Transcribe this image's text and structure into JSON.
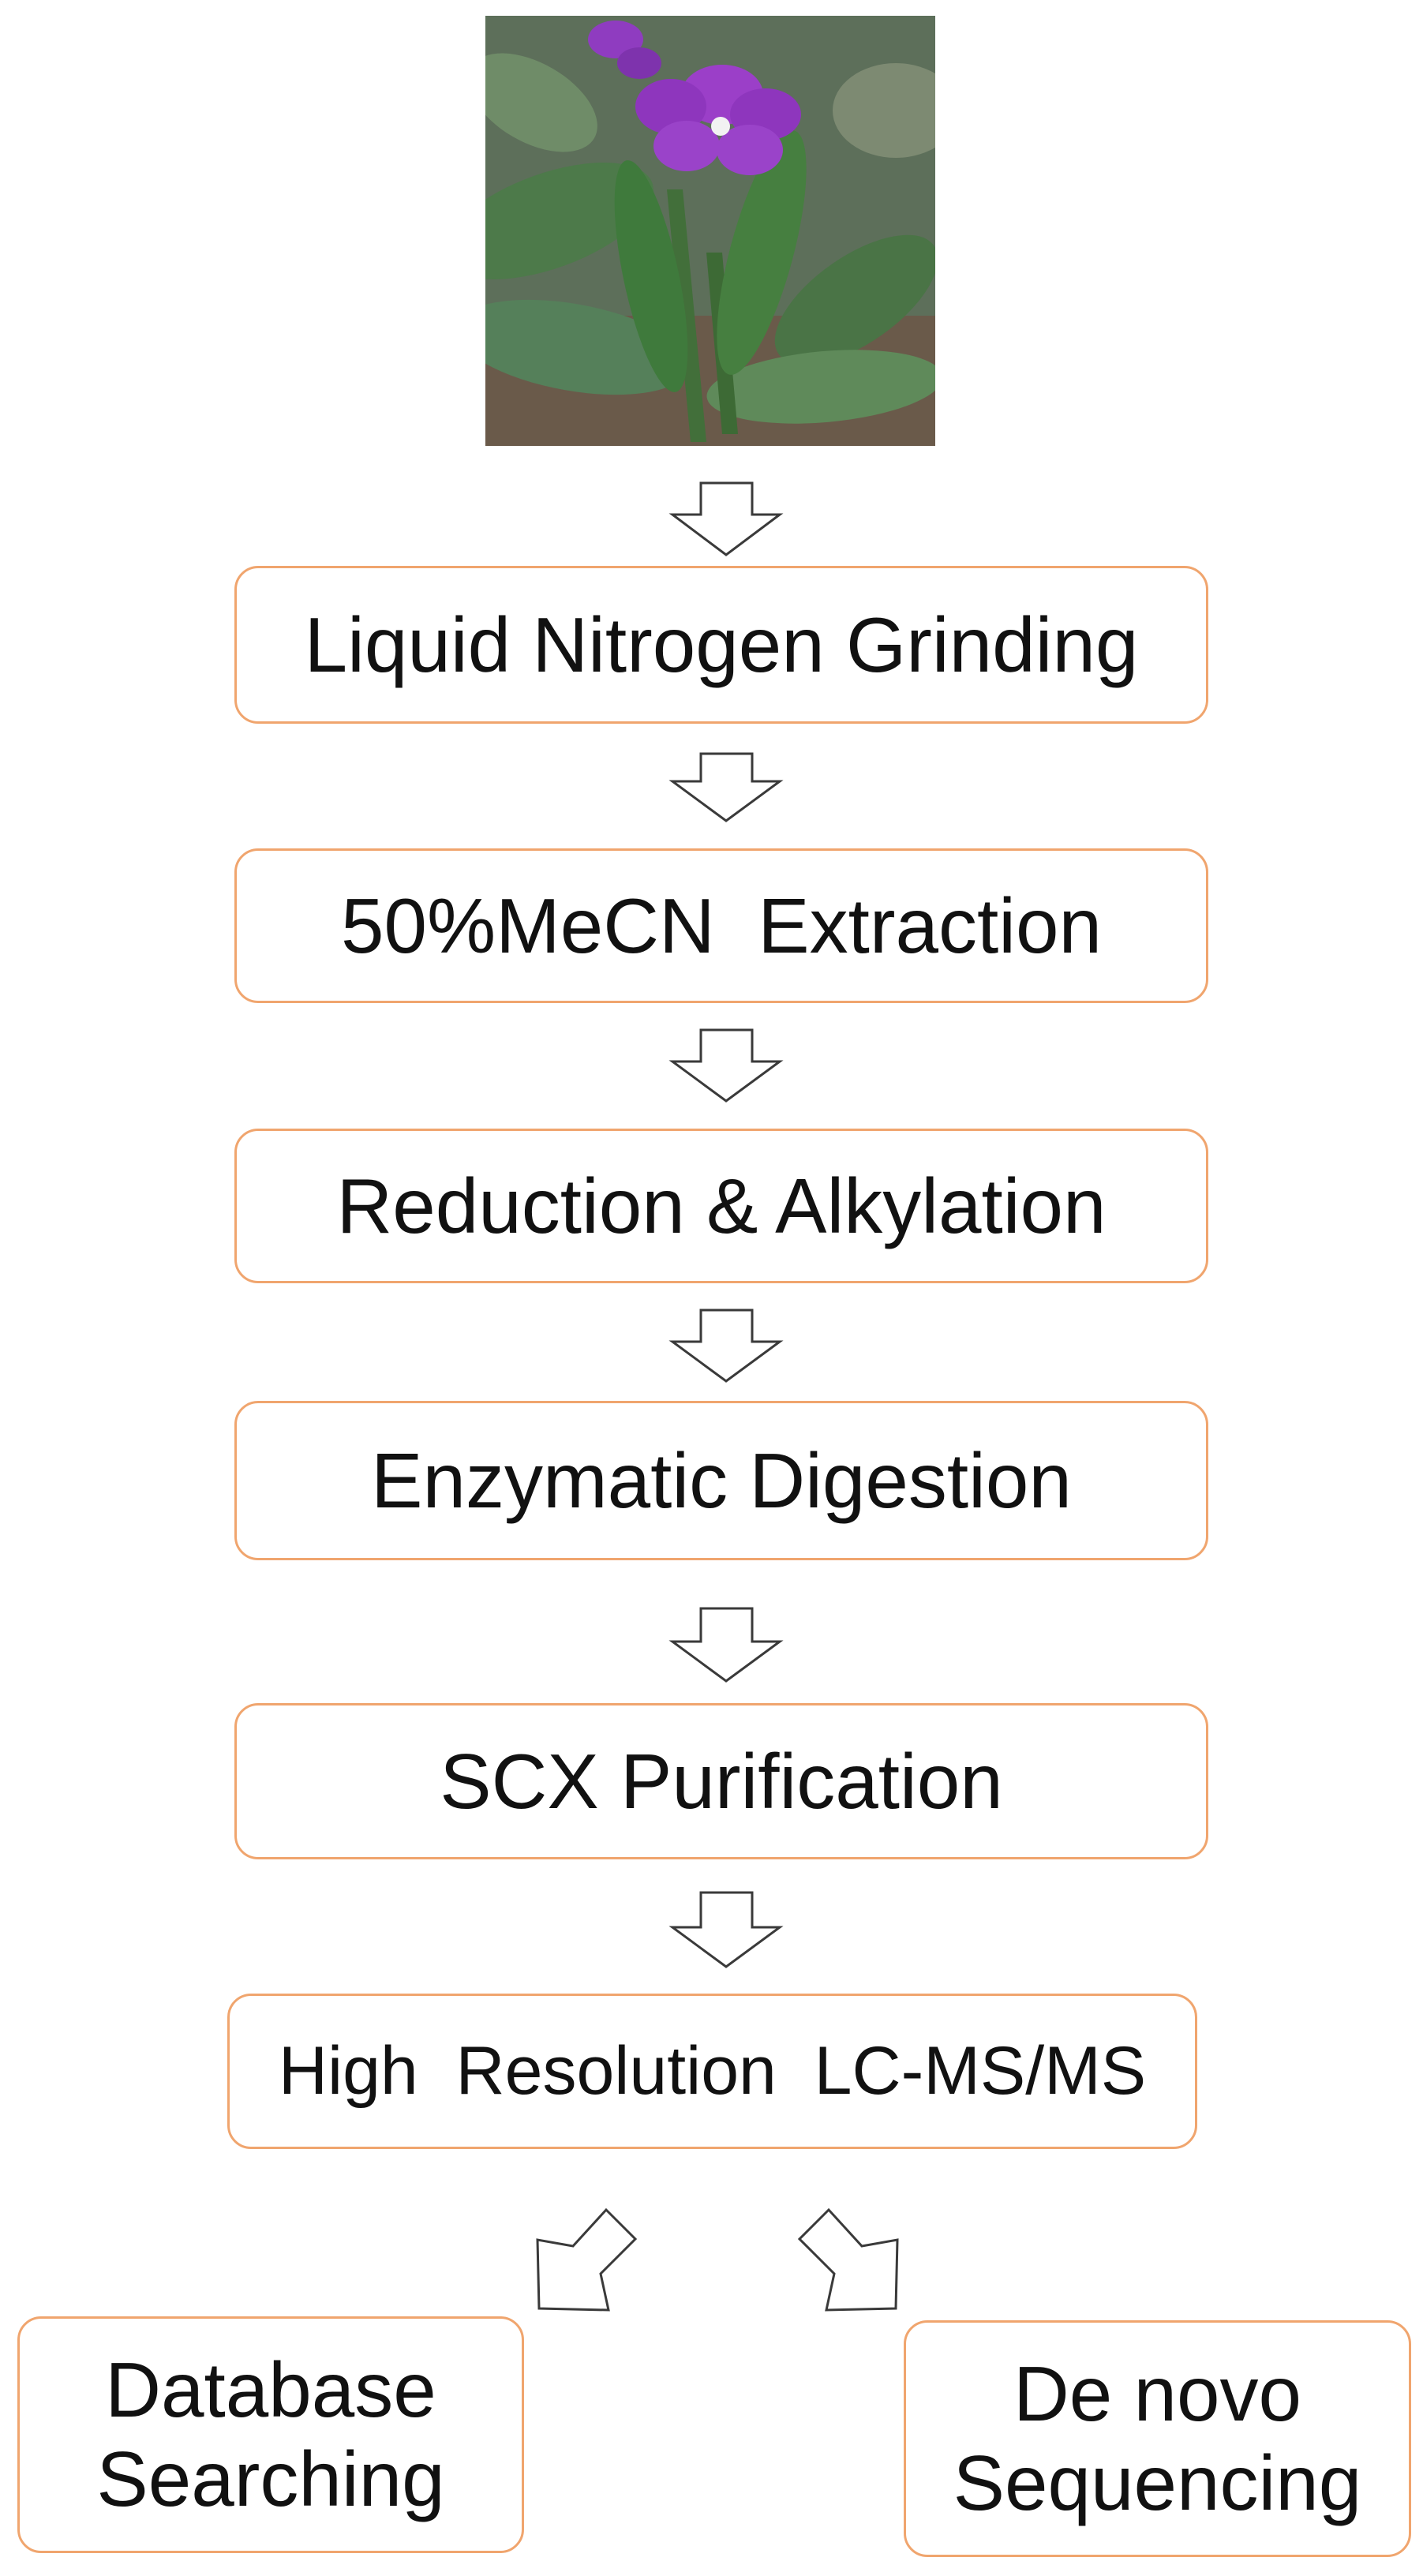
{
  "photo": {
    "subject": "violet-plant-photo",
    "flower_color": "#9b3fc8",
    "leaf_color": "#3f6b3a"
  },
  "steps": [
    "Liquid Nitrogen Grinding",
    "50%MeCN  Extraction",
    "Reduction & Alkylation",
    "Enzymatic Digestion",
    "SCX Purification",
    "High  Resolution  LC-MS/MS"
  ],
  "outcomes": [
    {
      "line1": "Database",
      "line2": "Searching"
    },
    {
      "line1": "De novo",
      "line2": "Sequencing"
    }
  ],
  "colors": {
    "box_border": "#f0a56e",
    "arrow_stroke": "#3a3a3a",
    "text": "#111111"
  }
}
